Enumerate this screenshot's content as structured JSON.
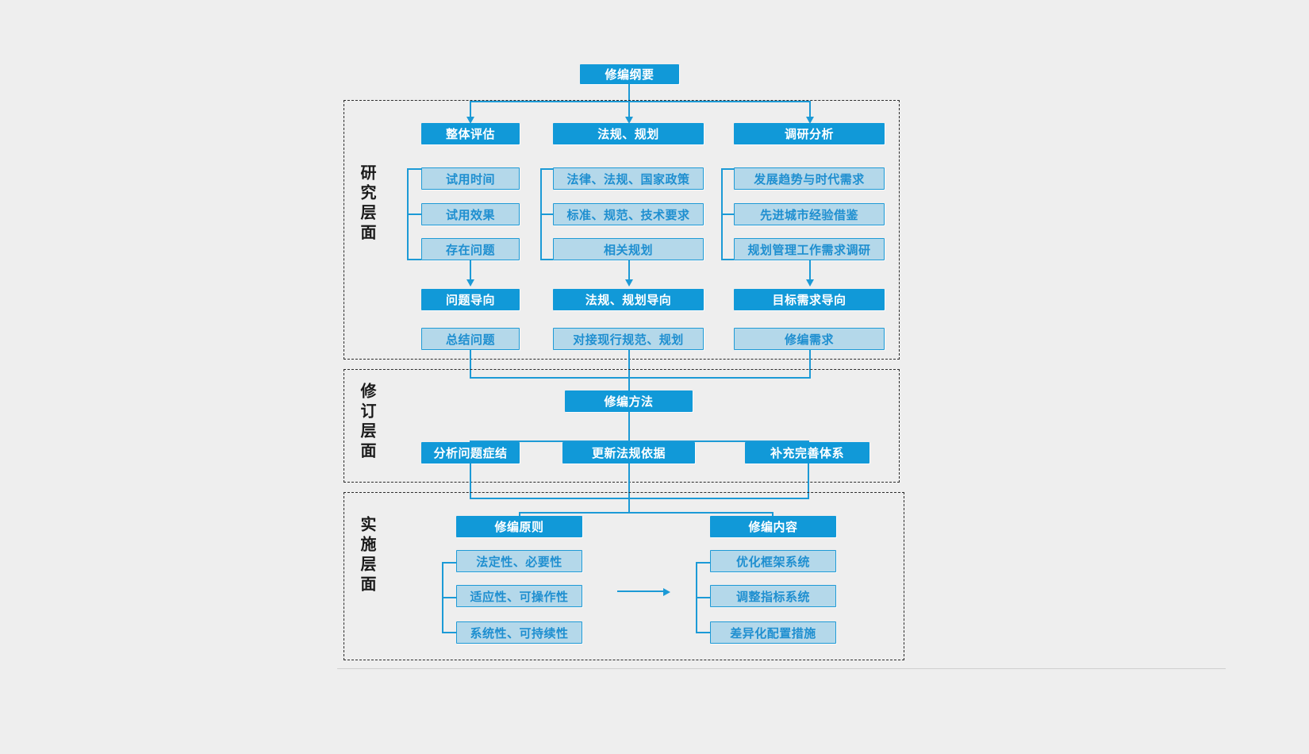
{
  "diagram": {
    "title": "修编纲要",
    "layers": [
      {
        "id": "research",
        "label": "研究层面"
      },
      {
        "id": "revision",
        "label": "修订层面"
      },
      {
        "id": "implementation",
        "label": "实施层面"
      }
    ],
    "colors": {
      "background": "#eeeeee",
      "solid_fill": "#1199d8",
      "solid_text": "#ffffff",
      "light_fill": "#b4d8ea",
      "light_text": "#1f8fd0",
      "border_blue": "#1e9ad6",
      "connector": "#1c9ad6",
      "layer_border": "#2b2b2b"
    },
    "research_columns": [
      {
        "header": "整体评估",
        "items": [
          "试用时间",
          "试用效果",
          "存在问题"
        ],
        "orientation": "问题导向",
        "outcome": "总结问题"
      },
      {
        "header": "法规、规划",
        "items": [
          "法律、法规、国家政策",
          "标准、规范、技术要求",
          "相关规划"
        ],
        "orientation": "法规、规划导向",
        "outcome": "对接现行规范、规划"
      },
      {
        "header": "调研分析",
        "items": [
          "发展趋势与时代需求",
          "先进城市经验借鉴",
          "规划管理工作需求调研"
        ],
        "orientation": "目标需求导向",
        "outcome": "修编需求"
      }
    ],
    "revision": {
      "header": "修编方法",
      "items": [
        "分析问题症结",
        "更新法规依据",
        "补充完善体系"
      ]
    },
    "implementation": {
      "principles": {
        "header": "修编原则",
        "items": [
          "法定性、必要性",
          "适应性、可操作性",
          "系统性、可持续性"
        ]
      },
      "contents": {
        "header": "修编内容",
        "items": [
          "优化框架系统",
          "调整指标系统",
          "差异化配置措施"
        ]
      }
    }
  }
}
